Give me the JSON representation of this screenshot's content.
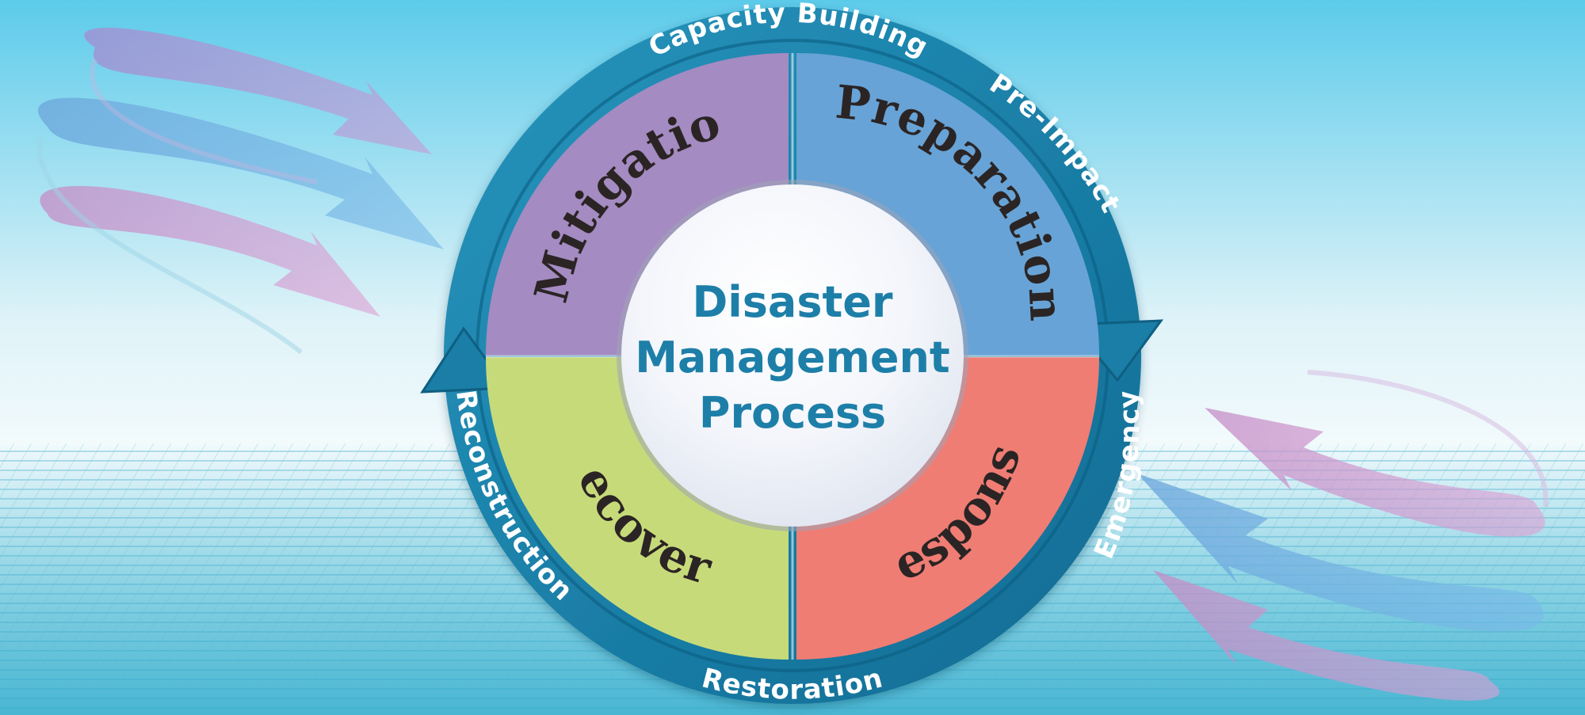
{
  "diagram": {
    "center": {
      "lines": [
        "Disaster",
        "Management",
        "Process"
      ]
    },
    "quadrants": {
      "mitigation": "Mitigation",
      "preparation": "Preparation",
      "response": "Response",
      "recovery": "Recovery"
    },
    "ring_labels": {
      "top": "Capacity Building",
      "top_right": "Pre-Impact",
      "right": "Emergency",
      "bottom": "Restoration",
      "left": "Reconstruction"
    },
    "colors": {
      "mitigation": "#a48bc2",
      "preparation": "#67a3d6",
      "response": "#ef7d74",
      "recovery": "#c7da7a",
      "ring": "#1a7ea6",
      "center_text": "#1d7fa8"
    }
  }
}
